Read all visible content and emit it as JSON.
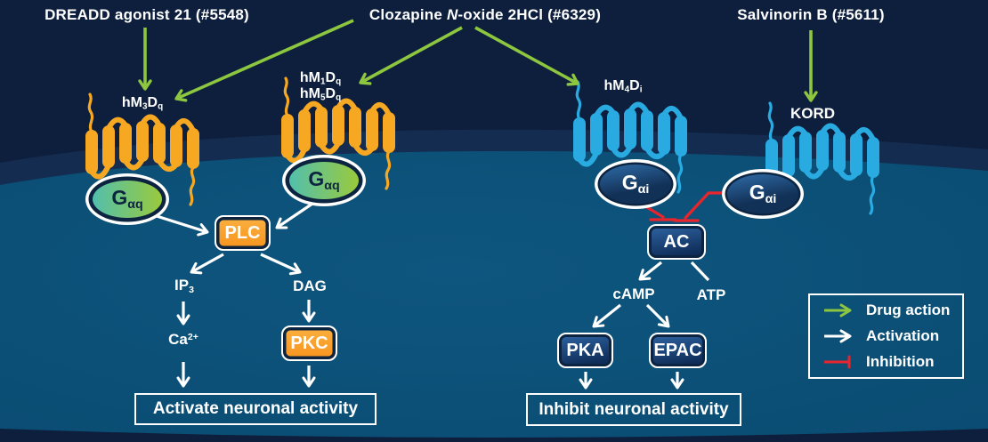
{
  "drugs": {
    "dreadd21": {
      "label": "DREADD agonist 21 (#5548)"
    },
    "cno": {
      "label": [
        {
          "t": "Clozapine "
        },
        {
          "t": "N",
          "s": "i"
        },
        {
          "t": "-oxide 2HCl (#6329)"
        }
      ]
    },
    "salvinorin_b": {
      "label": "Salvinorin B (#5611)"
    }
  },
  "receptors": {
    "hm3dq": {
      "label": [
        {
          "t": "hM"
        },
        {
          "t": "3",
          "s": "sub"
        },
        {
          "t": "D"
        },
        {
          "t": "q",
          "s": "sub"
        }
      ]
    },
    "hm1dq": {
      "label": [
        {
          "t": "hM"
        },
        {
          "t": "1",
          "s": "sub"
        },
        {
          "t": "D"
        },
        {
          "t": "q",
          "s": "sub"
        }
      ]
    },
    "hm5dq": {
      "label": [
        {
          "t": "hM"
        },
        {
          "t": "5",
          "s": "sub"
        },
        {
          "t": "D"
        },
        {
          "t": "q",
          "s": "sub"
        }
      ]
    },
    "hm4di": {
      "label": [
        {
          "t": "hM"
        },
        {
          "t": "4",
          "s": "sub"
        },
        {
          "t": "D"
        },
        {
          "t": "i",
          "s": "sub"
        }
      ]
    },
    "kord": {
      "label": "KORD"
    }
  },
  "g_proteins": {
    "gaq": {
      "label": [
        {
          "t": "G"
        },
        {
          "t": "αq",
          "s": "sub"
        }
      ]
    },
    "gai": {
      "label": [
        {
          "t": "G"
        },
        {
          "t": "αi",
          "s": "sub"
        }
      ]
    }
  },
  "signaling": {
    "plc": "PLC",
    "pkc": "PKC",
    "ac": "AC",
    "pka": "PKA",
    "epac": "EPAC",
    "ip3": [
      {
        "t": "IP"
      },
      {
        "t": "3",
        "s": "sub"
      }
    ],
    "dag": "DAG",
    "ca2": [
      {
        "t": "Ca"
      },
      {
        "t": "2+",
        "s": "sup"
      }
    ],
    "camp": "cAMP",
    "atp": "ATP"
  },
  "outcomes": {
    "activate": "Activate neuronal activity",
    "inhibit": "Inhibit neuronal activity"
  },
  "legend": {
    "drug_action": "Drug action",
    "activation": "Activation",
    "inhibition": "Inhibition"
  },
  "colors": {
    "background": "#0D1F3C",
    "membrane_band": "#142C50",
    "cytoplasm": "#0C5179",
    "gq_receptor_orange": "#F7A823",
    "gi_receptor_cyan": "#29ABE2",
    "drug_action_green": "#8DC63F",
    "activation_white": "#FFFFFF",
    "inhibition_red": "#E8252C",
    "navy_ring": "#0D2440",
    "gaq_gradient": [
      "#52BFAD",
      "#9ACA3C"
    ],
    "gai_gradient": [
      "#2F6CA8",
      "#123157"
    ],
    "enzyme_orange_gradient": [
      "#FBB040",
      "#F7941D"
    ],
    "enzyme_navy_gradient": [
      "#2E64A3",
      "#0F2D58"
    ]
  }
}
